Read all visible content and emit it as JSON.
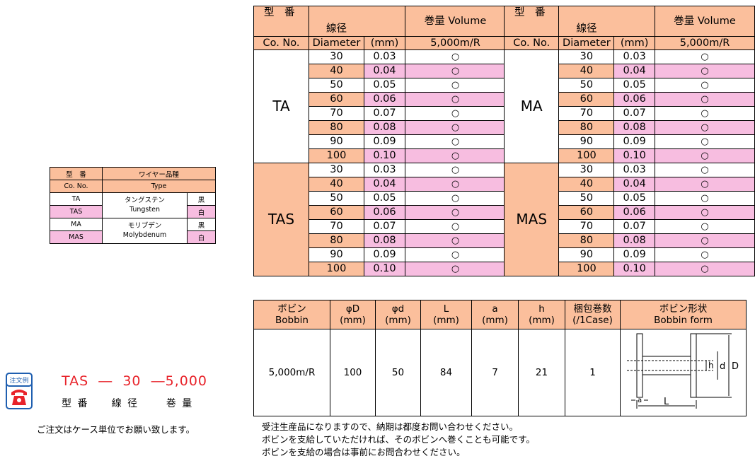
{
  "spec_header": {
    "model_jp": "型　番",
    "model_en": "Co. No.",
    "diameter_jp": "線径",
    "diameter_en": "Diameter",
    "unit_mm": "(mm)",
    "volume_label": "巻量 Volume",
    "volume_value": "5,000m/R"
  },
  "spec_left": {
    "groups": [
      {
        "code": "TA",
        "rows": [
          {
            "d": "30",
            "mm": "0.03",
            "v": "○"
          },
          {
            "d": "40",
            "mm": "0.04",
            "v": "○"
          },
          {
            "d": "50",
            "mm": "0.05",
            "v": "○"
          },
          {
            "d": "60",
            "mm": "0.06",
            "v": "○"
          },
          {
            "d": "70",
            "mm": "0.07",
            "v": "○"
          },
          {
            "d": "80",
            "mm": "0.08",
            "v": "○"
          },
          {
            "d": "90",
            "mm": "0.09",
            "v": "○"
          },
          {
            "d": "100",
            "mm": "0.10",
            "v": "○"
          }
        ]
      },
      {
        "code": "TAS",
        "rows": [
          {
            "d": "30",
            "mm": "0.03",
            "v": "○"
          },
          {
            "d": "40",
            "mm": "0.04",
            "v": "○"
          },
          {
            "d": "50",
            "mm": "0.05",
            "v": "○"
          },
          {
            "d": "60",
            "mm": "0.06",
            "v": "○"
          },
          {
            "d": "70",
            "mm": "0.07",
            "v": "○"
          },
          {
            "d": "80",
            "mm": "0.08",
            "v": "○"
          },
          {
            "d": "90",
            "mm": "0.09",
            "v": "○"
          },
          {
            "d": "100",
            "mm": "0.10",
            "v": "○"
          }
        ]
      }
    ]
  },
  "spec_right": {
    "groups": [
      {
        "code": "MA",
        "rows": [
          {
            "d": "30",
            "mm": "0.03",
            "v": "○"
          },
          {
            "d": "40",
            "mm": "0.04",
            "v": "○"
          },
          {
            "d": "50",
            "mm": "0.05",
            "v": "○"
          },
          {
            "d": "60",
            "mm": "0.06",
            "v": "○"
          },
          {
            "d": "70",
            "mm": "0.07",
            "v": "○"
          },
          {
            "d": "80",
            "mm": "0.08",
            "v": "○"
          },
          {
            "d": "90",
            "mm": "0.09",
            "v": "○"
          },
          {
            "d": "100",
            "mm": "0.10",
            "v": "○"
          }
        ]
      },
      {
        "code": "MAS",
        "rows": [
          {
            "d": "30",
            "mm": "0.03",
            "v": "○"
          },
          {
            "d": "40",
            "mm": "0.04",
            "v": "○"
          },
          {
            "d": "50",
            "mm": "0.05",
            "v": "○"
          },
          {
            "d": "60",
            "mm": "0.06",
            "v": "○"
          },
          {
            "d": "70",
            "mm": "0.07",
            "v": "○"
          },
          {
            "d": "80",
            "mm": "0.08",
            "v": "○"
          },
          {
            "d": "90",
            "mm": "0.09",
            "v": "○"
          },
          {
            "d": "100",
            "mm": "0.10",
            "v": "○"
          }
        ]
      }
    ]
  },
  "legend": {
    "model_jp": "型　番",
    "model_en": "Co. No.",
    "type_jp": "ワイヤー品種",
    "type_en": "Type",
    "rows": [
      {
        "code": "TA",
        "name": "タングステン",
        "color": "黒"
      },
      {
        "code": "TAS",
        "name": "Tungsten",
        "color": "白"
      },
      {
        "code": "MA",
        "name": "モリブデン",
        "color": "黒"
      },
      {
        "code": "MAS",
        "name": "Molybdenum",
        "color": "白"
      }
    ]
  },
  "bobbin": {
    "headers": [
      {
        "jp": "ボビン",
        "en": "Bobbin"
      },
      {
        "jp": "φD",
        "en": "(mm)"
      },
      {
        "jp": "φd",
        "en": "(mm)"
      },
      {
        "jp": "L",
        "en": "(mm)"
      },
      {
        "jp": "a",
        "en": "(mm)"
      },
      {
        "jp": "h",
        "en": "(mm)"
      },
      {
        "jp": "梱包巻数",
        "en": "(/1Case)"
      },
      {
        "jp": "ボビン形状",
        "en": "Bobbin form"
      }
    ],
    "row": [
      "5,000m/R",
      "100",
      "50",
      "84",
      "7",
      "21",
      "1"
    ],
    "diagram_labels": {
      "h": "h",
      "d": "d",
      "D": "D",
      "a": "a",
      "L": "L"
    }
  },
  "notes": [
    "受注生産品になりますので、納期は都度お問い合わせください。",
    "ボビンを支給していただければ、そのボビンへ巻くことも可能です。",
    "ボビンを支給の場合は事前にお問合わせください。"
  ],
  "order": {
    "badge": "注文例",
    "code": "TAS  ―  30  ―5,000",
    "labels": "型 番     線 径      巻 量",
    "note": "ご注文はケース単位でお願い致します。"
  },
  "colors": {
    "peach": "#fbbf9c",
    "pink": "#f7bde0",
    "order_red": "#e8232a",
    "badge_blue": "#1f5fb0"
  }
}
